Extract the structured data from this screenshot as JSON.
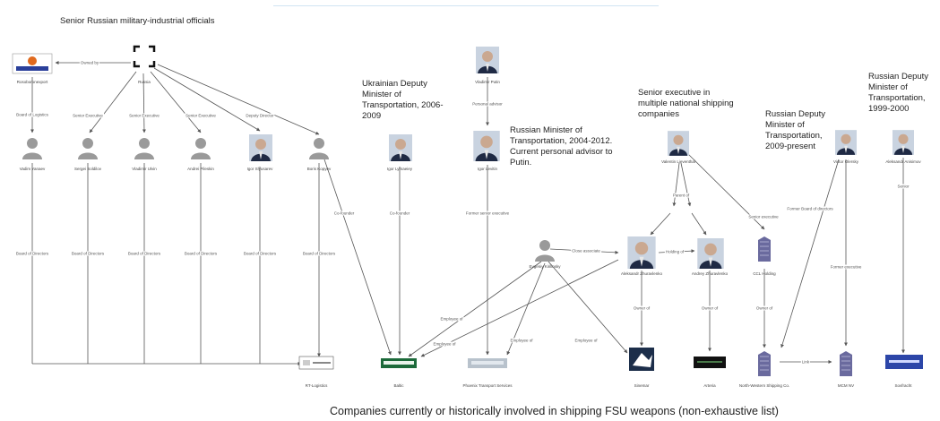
{
  "header": {
    "title": "Senior Russian military-industrial officials"
  },
  "annotations": {
    "ukrainian_deputy": "Ukrainian Deputy Minister of Transportation, 2006-2009",
    "russian_minister": "Russian Minister of Transportation, 2004-2012. Current personal advisor to Putin.",
    "shipping_exec": "Senior executive in multiple national shipping companies",
    "russian_deputy_2009": "Russian Deputy Minister of Transportation, 2009-present",
    "russian_deputy_1999": "Russian Deputy Minister of Transportation, 1999-2000"
  },
  "nodes": {
    "rosoboronexport": "Rosoboronexport",
    "russia": "Russia",
    "unnamed1": "Vadim Yanaev",
    "unnamed2": "Sergei Soldilov",
    "unnamed3": "Vladimir Ulvin",
    "unnamed4": "Andrei Pileskin",
    "unnamed5": "Igor Slyusarev",
    "unnamed6": "Boris Kopyev",
    "putin": "Vladimir Putin",
    "ukr_official": "Igor Lymaeiey",
    "rus_minister": "Igor Levitin",
    "exec_shipping": "Valentin Lieventhal",
    "deputy_2009": "Victor Olersky",
    "deputy_1999": "Aleksandr Anisimov",
    "assoc": "Evgeniy Kirilinsky",
    "shareholder1": "Aleksandr Zhuravlenko",
    "shareholder2": "Andrey Zhuravlenko",
    "g1_holding": "CCL Holding",
    "logistics": "RT-Logistics",
    "co_a": "Baltic",
    "phoenix": "Phoenix Transport Services",
    "co_b": "Sinemar",
    "co_c": "Arteria",
    "nw_shipping": "North-Western Shipping Co.",
    "mcm": "MCM NV",
    "sovfracht": "Sovfracht"
  },
  "edges": {
    "owned_by": "Owned by",
    "board_logistics": "Board of Logistics",
    "senior_exec": "Senior Executive",
    "deputy_director": "Deputy Director",
    "board_of_directors": "Board of Directors",
    "co_founder": "Co-founder",
    "personal_advisor": "Personal advisor",
    "former_senior_exec": "Former senior executive",
    "close_associate": "Close associate",
    "holding_of": "Holding of",
    "parent_of": "Parent of",
    "senior_executive": "Senior executive",
    "former_board": "Former Board of directors",
    "former_executive": "Former executive",
    "senior": "Senior",
    "employee_of": "Employee of",
    "owner_of": "Owner of",
    "link": "Link"
  },
  "footer": {
    "caption": "Companies currently or historically involved in shipping FSU weapons (non-exhaustive list)"
  },
  "colors": {
    "line": "#555555",
    "silhouette": "#9a9a9a",
    "building": "#6a6a9e",
    "sovfracht": "#2c46a8"
  }
}
